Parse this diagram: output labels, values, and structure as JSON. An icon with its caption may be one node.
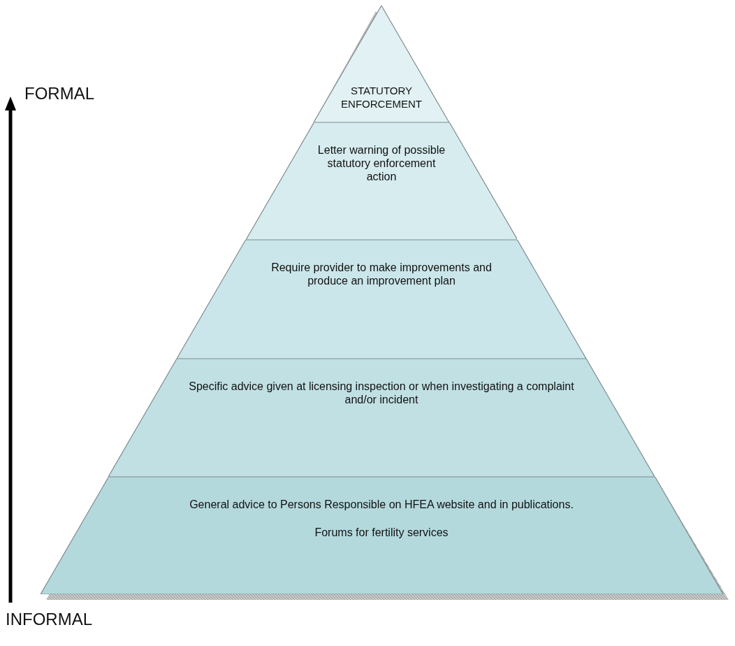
{
  "diagram": {
    "nodes": [
      {
        "text": [
          "STATUTORY ENFORCEMENT"
        ]
      },
      {
        "text": [
          "Letter warning of possible statutory enforcement action"
        ]
      },
      {
        "text": [
          "Require provider to make improvements and produce an improvement plan"
        ]
      },
      {
        "text": [
          "Specific advice given at licensing inspection or when investigating a complaint and/or incident"
        ]
      },
      {
        "text": [
          "General advice to Persons Responsible on HFEA website and in publications.",
          "Forums for fertility services"
        ]
      }
    ],
    "labels": [
      "FORMAL",
      "INFORMAL"
    ]
  }
}
